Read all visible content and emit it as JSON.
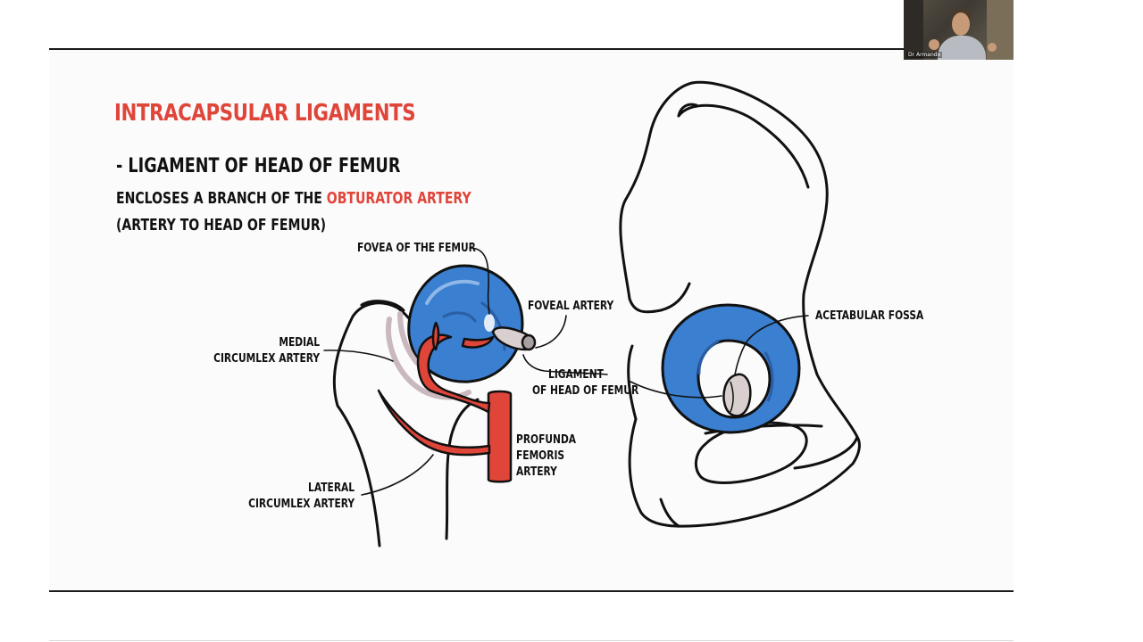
{
  "slide": {
    "title": "INTRACAPSULAR LIGAMENTS",
    "subtitle": "- LIGAMENT OF HEAD OF FEMUR",
    "line1_prefix": "ENCLOSES A BRANCH OF THE ",
    "line1_highlight": "OBTURATOR ARTERY",
    "line2": "(ARTERY TO HEAD OF FEMUR)"
  },
  "labels": {
    "fovea": "FOVEA OF THE FEMUR",
    "foveal_artery": "FOVEAL ARTERY",
    "medial_1": "MEDIAL",
    "medial_2": "CIRCUMLEX ARTERY",
    "ligament_1": "LIGAMENT",
    "ligament_2": "OF HEAD OF FEMUR",
    "profunda_1": "PROFUNDA",
    "profunda_2": "FEMORIS",
    "profunda_3": "ARTERY",
    "lateral_1": "LATERAL",
    "lateral_2": "CIRCUMLEX ARTERY",
    "acetabular_fossa": "ACETABULAR FOSSA"
  },
  "webcam": {
    "participant_name": "Dr Armando"
  },
  "colors": {
    "title_red": "#e0453a",
    "bone_blue": "#3a7fd0",
    "artery_red": "#e0453a",
    "ligament_grey": "#d9cfcf"
  }
}
